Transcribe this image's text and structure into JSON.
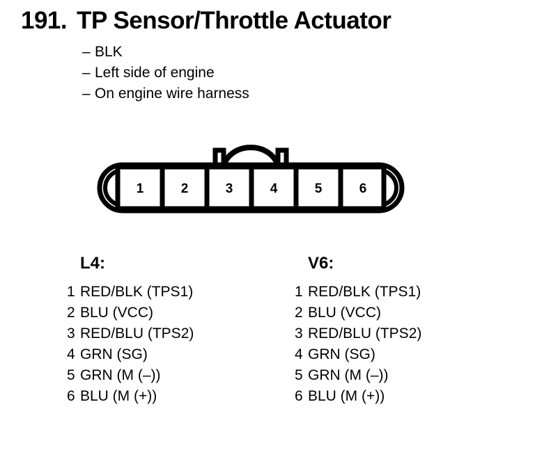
{
  "heading": {
    "number": "191.",
    "title": "TP Sensor/Throttle Actuator",
    "dash": "–",
    "notes": [
      "BLK",
      "Left side of engine",
      "On engine wire harness"
    ]
  },
  "connector": {
    "name": "6-way connector",
    "cavities": [
      "1",
      "2",
      "3",
      "4",
      "5",
      "6"
    ],
    "latch": "latch-arch-over-pins-3-4",
    "outline_color": "#000000"
  },
  "legends": [
    {
      "header": "L4:",
      "rows": [
        {
          "pin": "1",
          "desc": "RED/BLK (TPS1)"
        },
        {
          "pin": "2",
          "desc": "BLU (VCC)"
        },
        {
          "pin": "3",
          "desc": "RED/BLU (TPS2)"
        },
        {
          "pin": "4",
          "desc": "GRN (SG)"
        },
        {
          "pin": "5",
          "desc": "GRN (M (–))"
        },
        {
          "pin": "6",
          "desc": "BLU (M (+))"
        }
      ]
    },
    {
      "header": "V6:",
      "rows": [
        {
          "pin": "1",
          "desc": "RED/BLK (TPS1)"
        },
        {
          "pin": "2",
          "desc": "BLU (VCC)"
        },
        {
          "pin": "3",
          "desc": "RED/BLU (TPS2)"
        },
        {
          "pin": "4",
          "desc": "GRN (SG)"
        },
        {
          "pin": "5",
          "desc": "GRN (M (–))"
        },
        {
          "pin": "6",
          "desc": "BLU (M (+))"
        }
      ]
    }
  ]
}
